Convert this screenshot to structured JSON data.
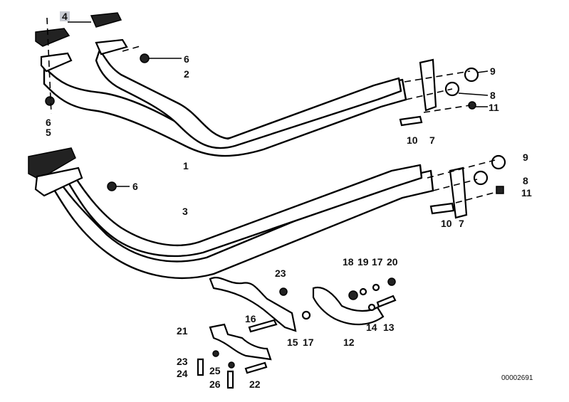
{
  "diagram": {
    "code": "00002691",
    "highlighted_part": "4",
    "labels": {
      "p1": "1",
      "p2": "2",
      "p3": "3",
      "p4": "4",
      "p5": "5",
      "p6a": "6",
      "p6b": "6",
      "p6c": "6",
      "p7a": "7",
      "p7b": "7",
      "p8a": "8",
      "p8b": "8",
      "p9a": "9",
      "p9b": "9",
      "p10a": "10",
      "p10b": "10",
      "p11a": "11",
      "p11b": "11",
      "p12": "12",
      "p13": "13",
      "p14": "14",
      "p15": "15",
      "p16": "16",
      "p17a": "17",
      "p17b": "17",
      "p18": "18",
      "p19": "19",
      "p20": "20",
      "p21": "21",
      "p22": "22",
      "p23a": "23",
      "p23b": "23",
      "p24": "24",
      "p25": "25",
      "p26": "26"
    }
  }
}
